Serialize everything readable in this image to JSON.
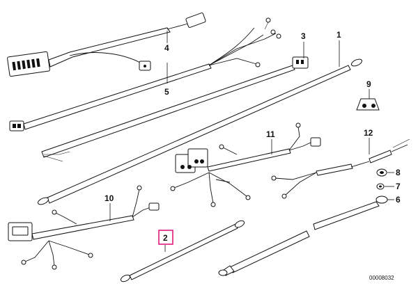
{
  "callouts": {
    "c1": "1",
    "c2": "2",
    "c3": "3",
    "c4": "4",
    "c5": "5",
    "c6": "6",
    "c7": "7",
    "c8": "8",
    "c9": "9",
    "c10": "10",
    "c11": "11",
    "c12": "12"
  },
  "catalog_number": "00008032",
  "highlight_color": "#e0197d"
}
